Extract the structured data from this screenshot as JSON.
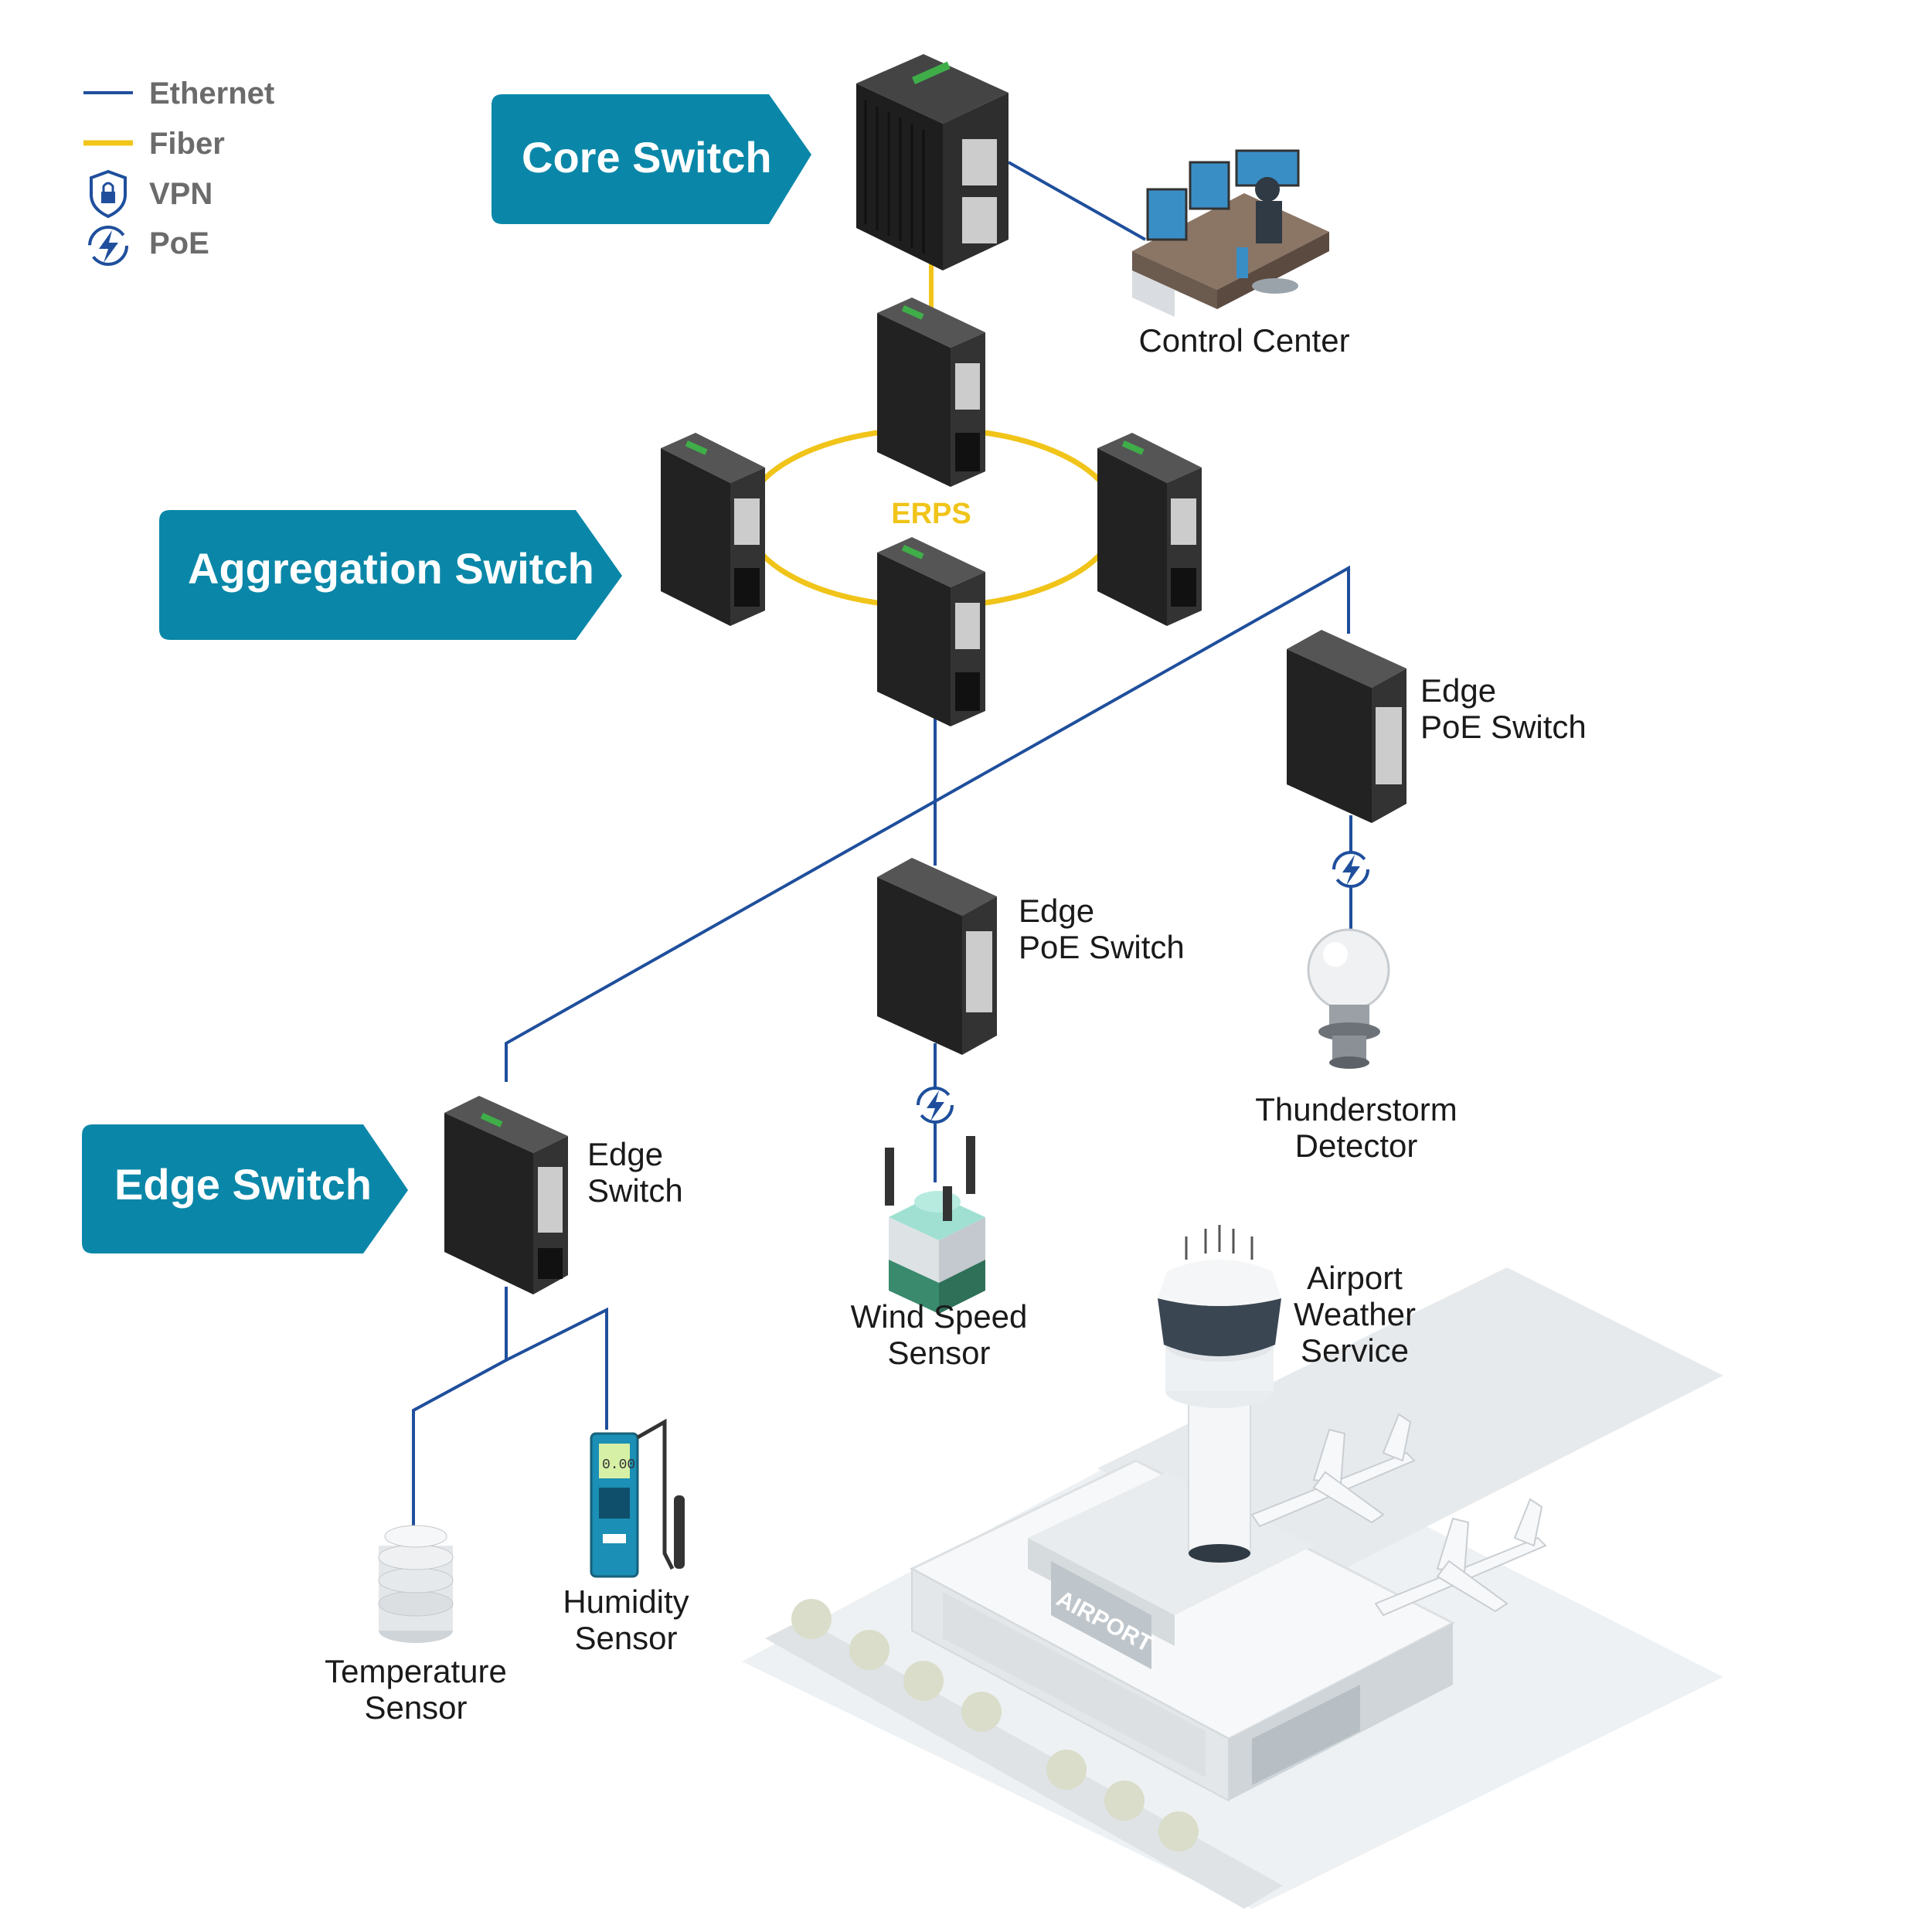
{
  "colors": {
    "ethernet": "#1f4f9c",
    "fiber": "#f0c419",
    "tier_banner": "#0a87a8",
    "switch_body": "#2b2b2b",
    "port": "#e8e8e8",
    "airport_bg": "#eef1f3"
  },
  "legend": {
    "ethernet": "Ethernet",
    "fiber": "Fiber",
    "vpn": "VPN",
    "poe": "PoE",
    "vpn_icon": "shield-lock-icon",
    "poe_icon": "lightning-bolt-icon"
  },
  "tiers": {
    "core": "Core Switch",
    "aggregation": "Aggregation Switch",
    "edge": "Edge Switch"
  },
  "ring_label": "ERPS",
  "labels": {
    "control_center": "Control Center",
    "edge_poe_right": [
      "Edge",
      "PoE Switch"
    ],
    "edge_poe_middle": [
      "Edge",
      "PoE Switch"
    ],
    "edge_switch": [
      "Edge",
      "Switch"
    ],
    "thunderstorm": [
      "Thunderstorm",
      "Detector"
    ],
    "wind_speed": [
      "Wind Speed",
      "Sensor"
    ],
    "airport_weather": [
      "Airport",
      "Weather",
      "Service"
    ],
    "humidity": [
      "Humidity",
      "Sensor"
    ],
    "temperature": [
      "Temperature",
      "Sensor"
    ]
  },
  "airport_sign": "AIRPORT",
  "humidity_display": "0.00"
}
